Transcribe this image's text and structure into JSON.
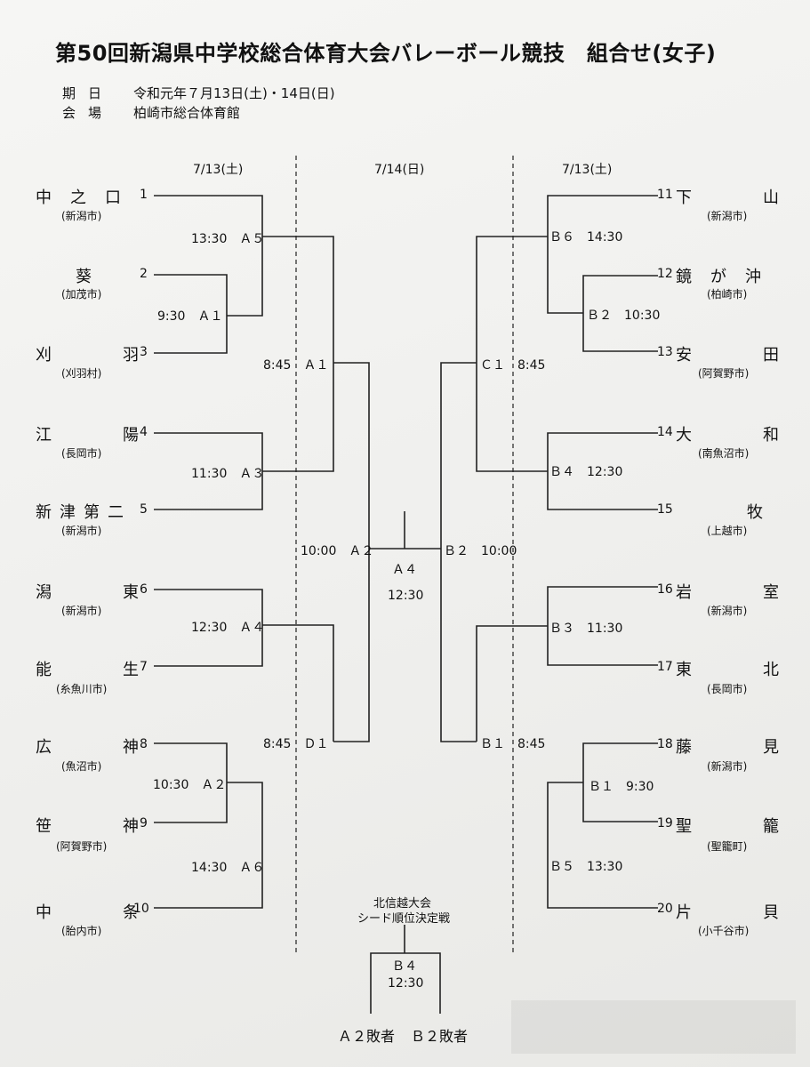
{
  "header": {
    "title": "第50回新潟県中学校総合体育大会バレーボール競技　組合せ(女子)",
    "period_label": "期日",
    "period_value": "令和元年７月13日(土)・14日(日)",
    "venue_label": "会場",
    "venue_value": "柏崎市総合体育館"
  },
  "dates": {
    "left": "7/13(土)",
    "center": "7/14(日)",
    "right": "7/13(土)"
  },
  "left_teams": [
    {
      "name": "中之口",
      "city": "(新潟市)",
      "num": "1"
    },
    {
      "name": "葵",
      "city": "(加茂市)",
      "num": "2"
    },
    {
      "name": "刈羽",
      "city": "(刈羽村)",
      "num": "3"
    },
    {
      "name": "江陽",
      "city": "(長岡市)",
      "num": "4"
    },
    {
      "name": "新津第二",
      "city": "(新潟市)",
      "num": "5"
    },
    {
      "name": "潟東",
      "city": "(新潟市)",
      "num": "6"
    },
    {
      "name": "能生",
      "city": "(糸魚川市)",
      "num": "7"
    },
    {
      "name": "広神",
      "city": "(魚沼市)",
      "num": "8"
    },
    {
      "name": "笹神",
      "city": "(阿賀野市)",
      "num": "9"
    },
    {
      "name": "中条",
      "city": "(胎内市)",
      "num": "10"
    }
  ],
  "right_teams": [
    {
      "name": "下山",
      "city": "(新潟市)",
      "num": "11"
    },
    {
      "name": "鏡が沖",
      "city": "(柏崎市)",
      "num": "12"
    },
    {
      "name": "安田",
      "city": "(阿賀野市)",
      "num": "13"
    },
    {
      "name": "大和",
      "city": "(南魚沼市)",
      "num": "14"
    },
    {
      "name": "牧",
      "city": "(上越市)",
      "num": "15"
    },
    {
      "name": "岩室",
      "city": "(新潟市)",
      "num": "16"
    },
    {
      "name": "東北",
      "city": "(長岡市)",
      "num": "17"
    },
    {
      "name": "藤見",
      "city": "(新潟市)",
      "num": "18"
    },
    {
      "name": "聖籠",
      "city": "(聖籠町)",
      "num": "19"
    },
    {
      "name": "片貝",
      "city": "(小千谷市)",
      "num": "20"
    }
  ],
  "matches_left": {
    "m_a1_first": "9:30　Ａ１",
    "m_a5": "13:30　Ａ５",
    "m_a3": "11:30　Ａ３",
    "m_a4": "12:30　Ａ４",
    "m_a2_first": "10:30　Ａ２",
    "m_a6": "14:30　Ａ６",
    "m_a1_second": "8:45　Ａ１",
    "m_d1": "8:45　Ｄ１",
    "m_a2_second": "10:00　Ａ２"
  },
  "matches_right": {
    "m_b6": "Ｂ６　14:30",
    "m_b2_first": "Ｂ２　10:30",
    "m_b4": "Ｂ４　12:30",
    "m_b3": "Ｂ３　11:30",
    "m_b1_first": "Ｂ１　9:30",
    "m_b5": "Ｂ５　13:30",
    "m_c1": "Ｃ１　8:45",
    "m_b1_second": "Ｂ１　8:45",
    "m_b2_second": "Ｂ２　10:00"
  },
  "final": {
    "court": "Ａ４",
    "time": "12:30"
  },
  "seed_match": {
    "title_line1": "北信越大会",
    "title_line2": "シード順位決定戦",
    "court": "Ｂ４",
    "time": "12:30",
    "left_entry": "Ａ２敗者",
    "right_entry": "Ｂ２敗者"
  }
}
